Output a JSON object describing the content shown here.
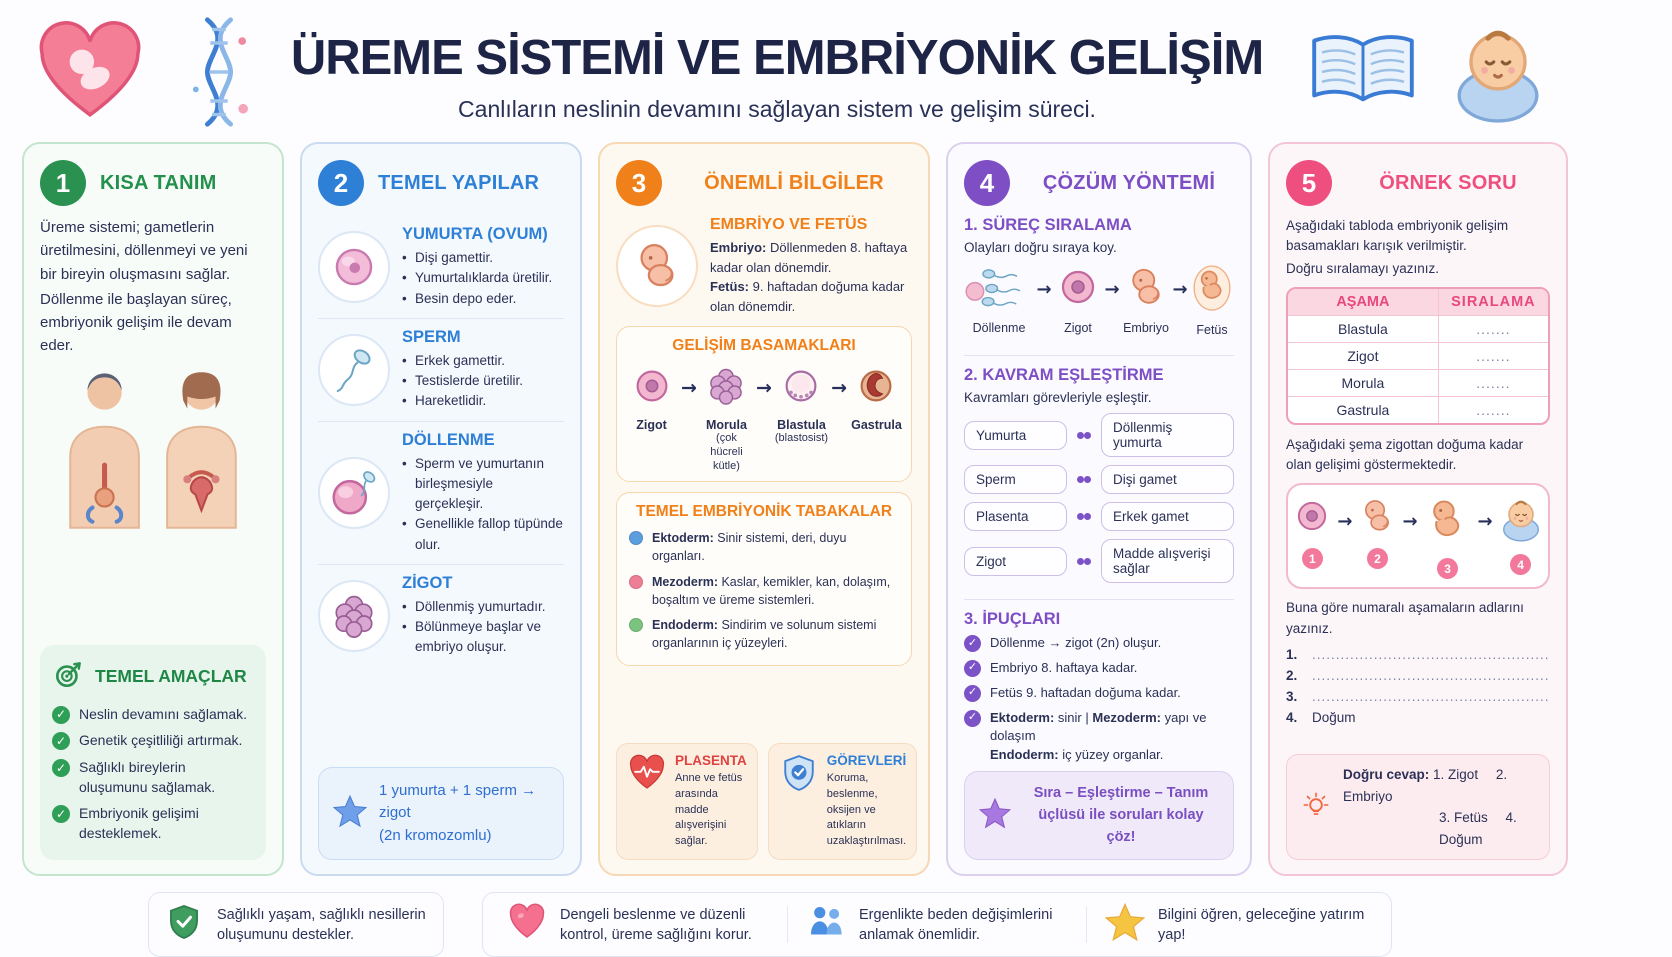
{
  "header": {
    "title": "ÜREME SİSTEMİ VE EMBRİYONİK GELİŞİM",
    "subtitle": "Canlıların neslinin devamını sağlayan sistem ve gelişim süreci."
  },
  "palette": {
    "green": "#2a9150",
    "blue": "#2e7fd6",
    "orange": "#f08019",
    "purple": "#7d4ec4",
    "pink": "#ee4f7f"
  },
  "glyphs": {
    "arrow": "→",
    "check": "✓"
  },
  "col1": {
    "number": "1",
    "title": "KISA TANIM",
    "p1": "Üreme sistemi; gametlerin üretilmesini, döllenmeyi ve yeni bir bireyin oluşmasını sağlar.",
    "p2": "Döllenme ile başlayan süreç, embriyonik gelişim ile devam eder.",
    "goals_title": "TEMEL AMAÇLAR",
    "goals": [
      "Neslin devamını sağlamak.",
      "Genetik çeşitliliği artırmak.",
      "Sağlıklı bireylerin oluşumunu sağlamak.",
      "Embriyonik gelişimi desteklemek."
    ]
  },
  "col2": {
    "number": "2",
    "title": "TEMEL YAPILAR",
    "structures": [
      {
        "name": "YUMURTA (OVUM)",
        "bullets": [
          "Dişi gamettir.",
          "Yumurtalıklarda üretilir.",
          "Besin depo eder."
        ]
      },
      {
        "name": "SPERM",
        "bullets": [
          "Erkek gamettir.",
          "Testislerde üretilir.",
          "Hareketlidir."
        ]
      },
      {
        "name": "DÖLLENME",
        "bullets": [
          "Sperm ve yumurtanın birleşmesiyle gerçekleşir.",
          "Genellikle fallop tüpünde olur."
        ]
      },
      {
        "name": "ZİGOT",
        "bullets": [
          "Döllenmiş yumurtadır.",
          "Bölünmeye başlar ve embriyo oluşur."
        ]
      }
    ],
    "formula_line1": "1 yumurta + 1 sperm → zigot",
    "formula_line2": "(2n kromozomlu)"
  },
  "col3": {
    "number": "3",
    "title": "ÖNEMLİ BİLGİLER",
    "embryo": {
      "title": "EMBRİYO VE FETÜS",
      "l1_label": "Embriyo:",
      "l1_text": " Döllenmeden 8. haftaya kadar olan dönemdir.",
      "l2_label": "Fetüs:",
      "l2_text": " 9. haftadan doğuma kadar olan dönemdir."
    },
    "stages": {
      "title": "GELİŞİM BASAMAKLARI",
      "items": [
        {
          "label": "Zigot",
          "sub": ""
        },
        {
          "label": "Morula",
          "sub": "(çok hücreli kütle)"
        },
        {
          "label": "Blastula",
          "sub": "(blastosist)"
        },
        {
          "label": "Gastrula",
          "sub": ""
        }
      ]
    },
    "layers": {
      "title": "TEMEL EMBRİYONİK TABAKALAR",
      "items": [
        {
          "label": "Ektoderm:",
          "text": " Sinir sistemi, deri, duyu organları.",
          "dot": "#5d9ede"
        },
        {
          "label": "Mezoderm:",
          "text": " Kaslar, kemikler, kan, dolaşım, boşaltım ve üreme sistemleri.",
          "dot": "#ee7e95"
        },
        {
          "label": "Endoderm:",
          "text": " Sindirim ve solunum sistemi organlarının iç yüzeyleri.",
          "dot": "#7bc480"
        }
      ]
    },
    "placenta_title": "PLASENTA",
    "placenta_text": "Anne ve fetüs arasında madde alışverişini sağlar.",
    "duties_title": "GÖREVLERİ",
    "duties_text": "Koruma, beslenme, oksijen ve atıkların uzaklaştırılması."
  },
  "col4": {
    "number": "4",
    "title": "ÇÖZÜM YÖNTEMİ",
    "step1_title": "1. SÜREÇ SIRALAMA",
    "step1_sub": "Olayları doğru sıraya koy.",
    "sequence": [
      "Döllenme",
      "Zigot",
      "Embriyo",
      "Fetüs"
    ],
    "step2_title": "2. KAVRAM EŞLEŞTİRME",
    "step2_sub": "Kavramları görevleriyle eşleştir.",
    "match_left": [
      "Yumurta",
      "Sperm",
      "Plasenta",
      "Zigot"
    ],
    "match_right": [
      "Döllenmiş yumurta",
      "Dişi gamet",
      "Erkek gamet",
      "Madde alışverişi sağlar"
    ],
    "step3_title": "3. İPUÇLARI",
    "tips": [
      "Döllenme → zigot (2n) oluşur.",
      "Embriyo 8. haftaya kadar.",
      "Fetüs 9. haftadan doğuma kadar."
    ],
    "tip4": {
      "ekto_label": "Ektoderm:",
      "ekto_text": " sinir   ",
      "sep": "|",
      "mezo_label": "   Mezoderm:",
      "mezo_text": " yapı ve dolaşım",
      "endo_label": "Endoderm:",
      "endo_text": " iç yüzey organlar."
    },
    "note_line1": "Sıra – Eşleştirme – Tanım",
    "note_line2": "üçlüsü ile soruları kolay çöz!"
  },
  "col5": {
    "number": "5",
    "title": "ÖRNEK SORU",
    "intro1": "Aşağıdaki tabloda embriyonik gelişim basamakları karışık verilmiştir.",
    "intro2": "Doğru sıralamayı yazınız.",
    "table_headers": [
      "AŞAMA",
      "SIRALAMA"
    ],
    "table_rows": [
      {
        "stage": "Blastula",
        "order": "......."
      },
      {
        "stage": "Zigot",
        "order": "......."
      },
      {
        "stage": "Morula",
        "order": "......."
      },
      {
        "stage": "Gastrula",
        "order": "......."
      }
    ],
    "schema_intro": "Aşağıdaki şema zigottan doğuma kadar olan gelişimi göstermektedir.",
    "schema_numbers": [
      "1",
      "2",
      "3",
      "4"
    ],
    "question": "Buna göre numaralı aşamaların adlarını yazınız.",
    "blanks": [
      {
        "num": "1.",
        "text": "....................................................."
      },
      {
        "num": "2.",
        "text": "....................................................."
      },
      {
        "num": "3.",
        "text": "....................................................."
      },
      {
        "num": "4.",
        "text": "Doğum"
      }
    ],
    "answer_label": "Doğru cevap:",
    "answer_items": [
      "1. Zigot",
      "2. Embriyo",
      "3. Fetüs",
      "4. Doğum"
    ]
  },
  "footer": {
    "items": [
      {
        "icon": "shield-check-icon",
        "text": "Sağlıklı yaşam, sağlıklı nesillerin oluşumunu destekler."
      },
      {
        "icon": "heart-icon",
        "text": "Dengeli beslenme ve düzenli kontrol, üreme sağlığını korur."
      },
      {
        "icon": "people-icon",
        "text": "Ergenlikte beden değişimlerini anlamak önemlidir."
      },
      {
        "icon": "star-icon",
        "text": "Bilgini öğren, geleceğine yatırım yap!"
      }
    ]
  }
}
